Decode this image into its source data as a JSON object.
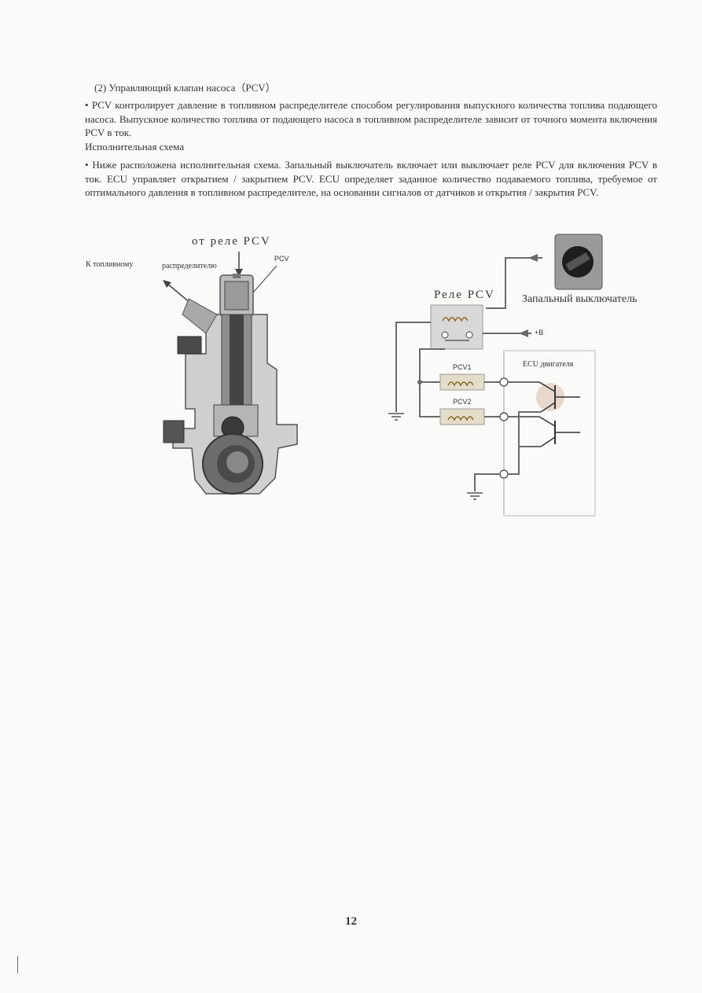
{
  "heading": "(2)   Управляющий клапан насоса（PCV）",
  "paragraph1": "•  PCV контролирует давление в топливном распределителе способом регулирования выпускного количества топлива подающего насоса. Выпускное количество топлива от подающего насоса в топливном распределителе зависит от точного момента включения PCV в ток.",
  "subheading": "Исполнительная схема",
  "paragraph2": "• Ниже расположена исполнительная схема. Запальный выключатель включает или выключает реле PCV для включения PCV в ток. ECU управляет открытием / закрытием PCV. ECU определяет заданное количество подаваемого топлива, требуемое от оптимального давления в топливном распределителе, на основании сигналов от датчиков и открытия / закрытия PCV.",
  "pump_figure": {
    "from_relay": "от реле PCV",
    "pcv": "PCV",
    "to_rail_1": "К топливному",
    "to_rail_2": "распределителю"
  },
  "circuit_figure": {
    "relay": "Реле PCV",
    "ignition_switch": "Запальный выключатель",
    "plus_b": "+B",
    "ecu": "ECU двигателя",
    "pcv1": "PCV1",
    "pcv2": "PCV2"
  },
  "page_number": "12",
  "colors": {
    "wire": "#6a6a6a",
    "relay_box": "#d8d8d8",
    "coil": "#8a6a2a",
    "coil_fill": "#e2dcc8",
    "ecu_border": "#bbbbbb"
  }
}
